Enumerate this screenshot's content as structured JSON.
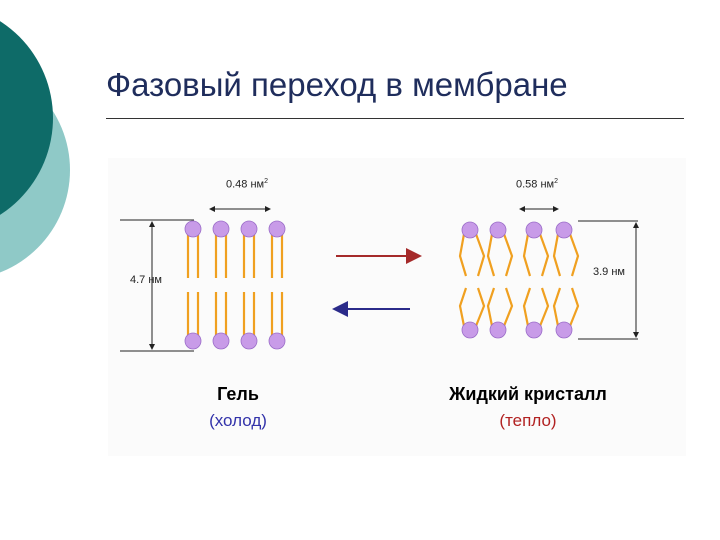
{
  "slide": {
    "title": "Фазовый переход в мембране"
  },
  "figure": {
    "gel": {
      "area_label": "0.48 нм",
      "area_label_sup": "2",
      "thickness_label": "4.7 нм",
      "phase_name": "Гель",
      "condition": "(холод)",
      "condition_color": "#3333aa"
    },
    "liquid": {
      "area_label": "0.58 нм",
      "area_label_sup": "2",
      "thickness_label": "3.9 нм",
      "phase_name": "Жидкий кристалл",
      "condition": "(тепло)",
      "condition_color": "#b22222"
    },
    "colors": {
      "headgroup": "#c89be8",
      "tail": "#f0a020",
      "arrow_forward": "#a52a2a",
      "arrow_back": "#2b2b8a",
      "slide_teal_dark": "#0e6b68",
      "slide_teal_light": "#8fc9c7"
    }
  }
}
